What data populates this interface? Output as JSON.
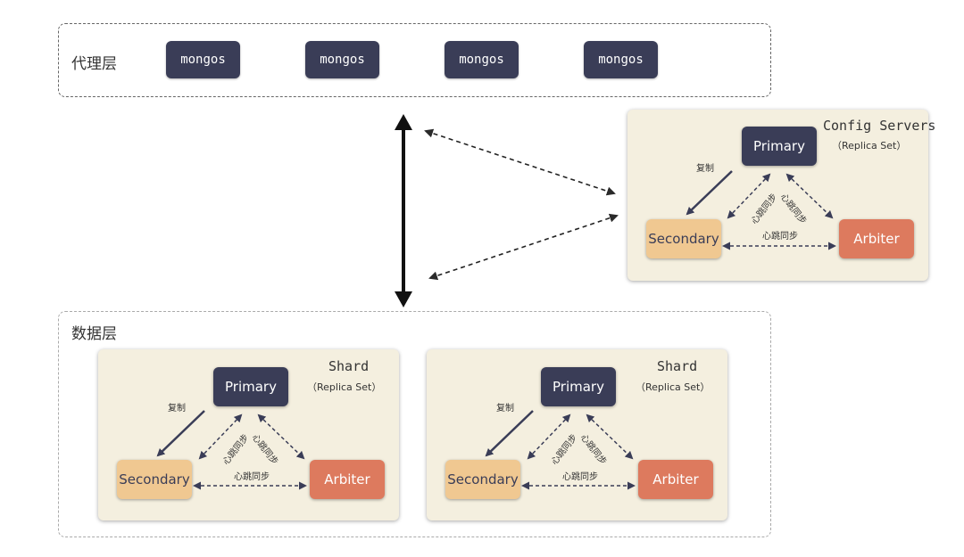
{
  "proxy_layer": {
    "title": "代理层",
    "mongos": [
      "mongos",
      "mongos",
      "mongos",
      "mongos"
    ]
  },
  "data_layer": {
    "title": "数据层"
  },
  "config_servers": {
    "title": "Config Servers",
    "subtitle": "（Replica Set）",
    "primary": "Primary",
    "secondary": "Secondary",
    "arbiter": "Arbiter",
    "replicate": "复制",
    "heartbeat": "心跳同步"
  },
  "shards": [
    {
      "title": "Shard",
      "subtitle": "（Replica Set）",
      "primary": "Primary",
      "secondary": "Secondary",
      "arbiter": "Arbiter",
      "replicate": "复制",
      "heartbeat": "心跳同步"
    },
    {
      "title": "Shard",
      "subtitle": "（Replica Set）",
      "primary": "Primary",
      "secondary": "Secondary",
      "arbiter": "Arbiter",
      "replicate": "复制",
      "heartbeat": "心跳同步"
    }
  ],
  "colors": {
    "primary": "#3a3d57",
    "secondary": "#f0c891",
    "arbiter": "#dd7a5e",
    "panel": "#f4efdf"
  }
}
